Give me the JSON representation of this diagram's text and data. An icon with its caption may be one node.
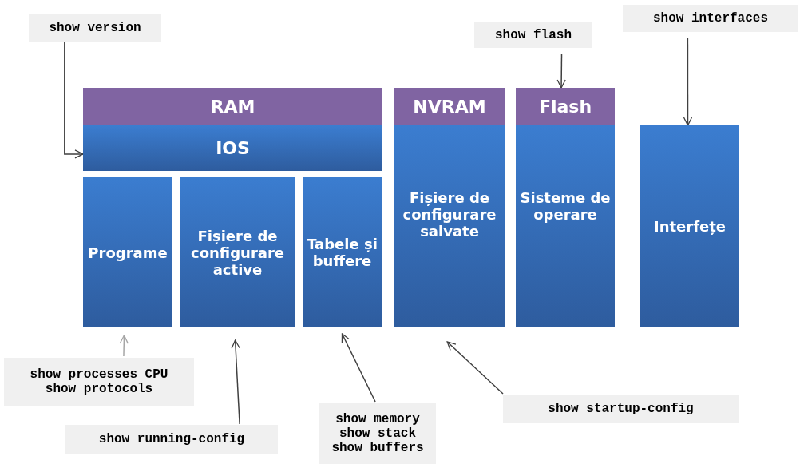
{
  "diagram": {
    "nodes": [
      {
        "text": [
          "RAM"
        ]
      },
      {
        "text": [
          "IOS"
        ]
      },
      {
        "text": [
          "Programe"
        ]
      },
      {
        "text": [
          "Fișiere de configurare active"
        ]
      },
      {
        "text": [
          "Tabele și buffere"
        ]
      },
      {
        "text": [
          "NVRAM"
        ]
      },
      {
        "text": [
          "Fișiere de configurare salvate"
        ]
      },
      {
        "text": [
          "Flash"
        ]
      },
      {
        "text": [
          "Sisteme de operare"
        ]
      },
      {
        "text": [
          "Interfețe"
        ]
      },
      {
        "text": [
          "show version"
        ]
      },
      {
        "text": [
          "show flash"
        ]
      },
      {
        "text": [
          "show interfaces"
        ]
      },
      {
        "text": [
          "show processes CPU",
          "show protocols"
        ]
      },
      {
        "text": [
          "show running-config"
        ]
      },
      {
        "text": [
          "show memory",
          "show stack",
          "show buffers"
        ]
      },
      {
        "text": [
          "show startup-config"
        ]
      }
    ],
    "edges": [
      {
        "from": 10,
        "to": 1,
        "arrow": "to"
      },
      {
        "from": 11,
        "to": 7,
        "arrow": "to"
      },
      {
        "from": 12,
        "to": 9,
        "arrow": "to"
      },
      {
        "from": 13,
        "to": 2,
        "arrow": "to",
        "color": "#a6a6a6"
      },
      {
        "from": 14,
        "to": 3,
        "arrow": "to"
      },
      {
        "from": 15,
        "to": 4,
        "arrow": "to"
      },
      {
        "from": 16,
        "to": 6,
        "arrow": "to"
      }
    ]
  }
}
